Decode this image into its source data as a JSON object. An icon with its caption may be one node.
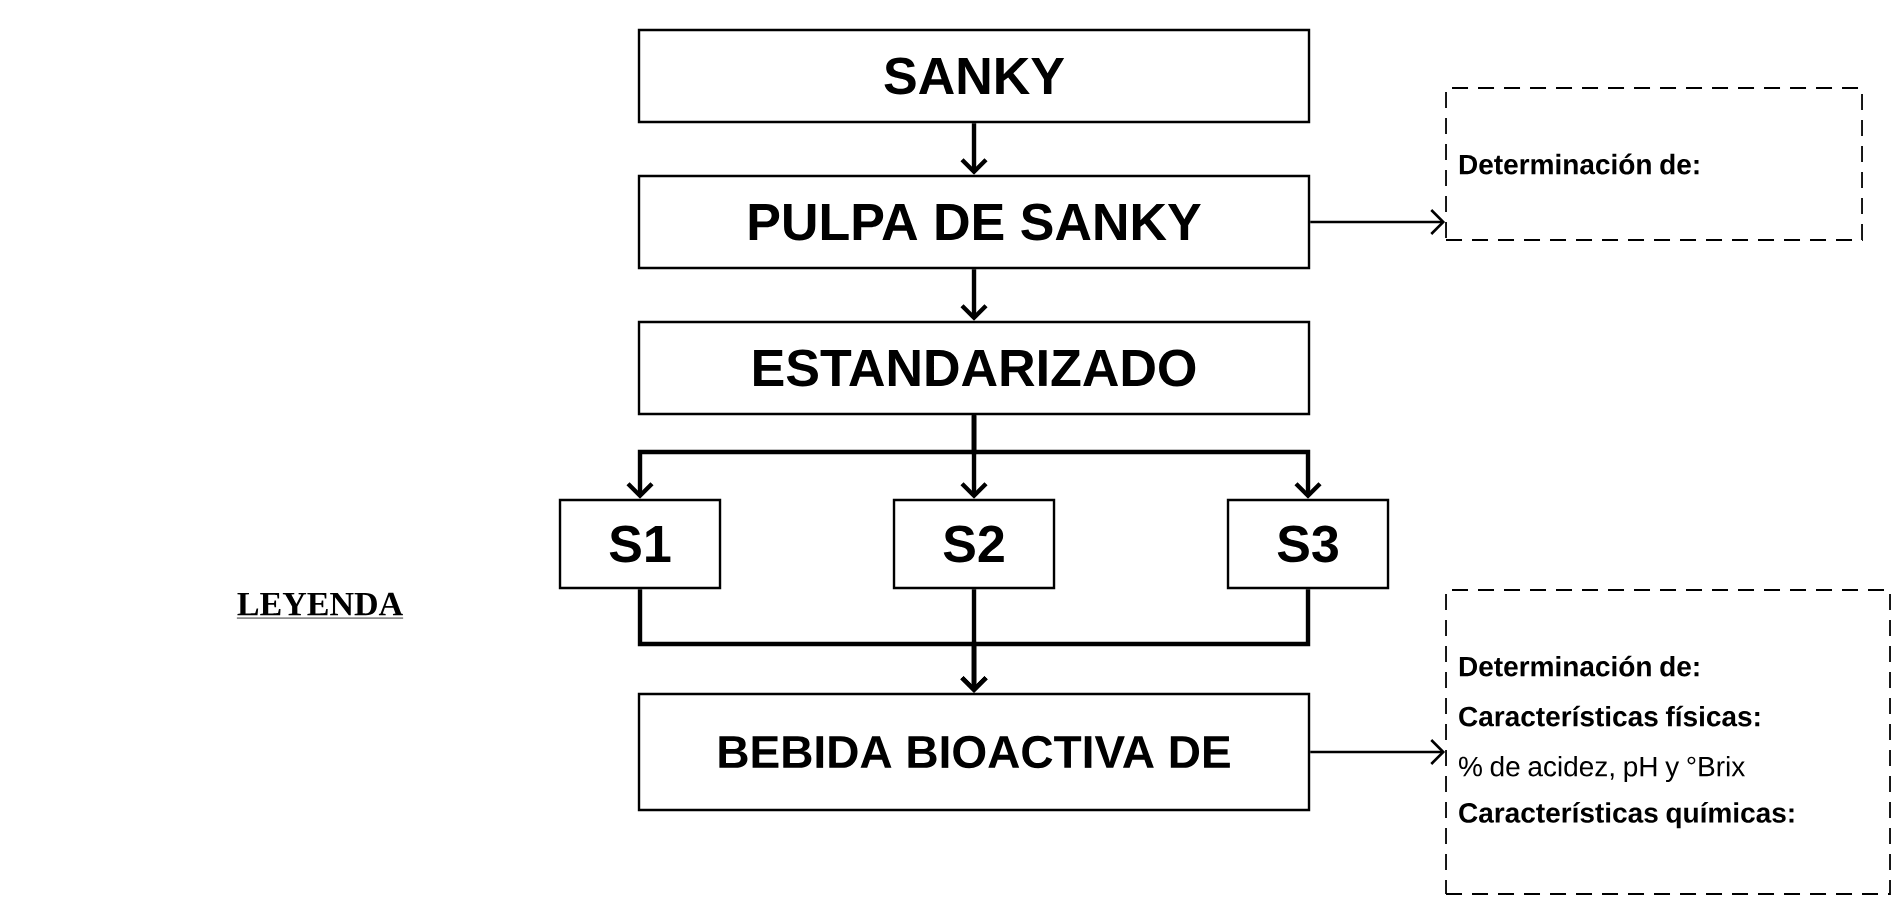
{
  "diagram": {
    "nodes": [
      {
        "text": [
          "SANKY"
        ]
      },
      {
        "text": [
          "PULPA DE SANKY"
        ]
      },
      {
        "text": [
          "ESTANDARIZADO"
        ]
      },
      {
        "text": [
          "S1"
        ]
      },
      {
        "text": [
          "S2"
        ]
      },
      {
        "text": [
          "S3"
        ]
      },
      {
        "text": [
          "BEBIDA BIOACTIVA DE"
        ]
      },
      {
        "text": [
          "Determinación de:"
        ]
      },
      {
        "text": [
          "Determinación de:",
          "Características físicas:",
          "% de acidez, pH y °Brix",
          "Características químicas:"
        ]
      }
    ],
    "edges": [
      {
        "from": 0,
        "to": 1,
        "arrow": "to"
      },
      {
        "from": 1,
        "to": 2,
        "arrow": "to"
      },
      {
        "from": 2,
        "to": 3,
        "arrow": "to"
      },
      {
        "from": 2,
        "to": 4,
        "arrow": "to"
      },
      {
        "from": 2,
        "to": 5,
        "arrow": "to"
      },
      {
        "from": 3,
        "to": 6,
        "arrow": "to"
      },
      {
        "from": 4,
        "to": 6,
        "arrow": "to"
      },
      {
        "from": 5,
        "to": 6,
        "arrow": "to"
      },
      {
        "from": 1,
        "to": 7,
        "arrow": "to"
      },
      {
        "from": 6,
        "to": 8,
        "arrow": "to"
      }
    ],
    "labels": [
      "LEYENDA"
    ]
  }
}
